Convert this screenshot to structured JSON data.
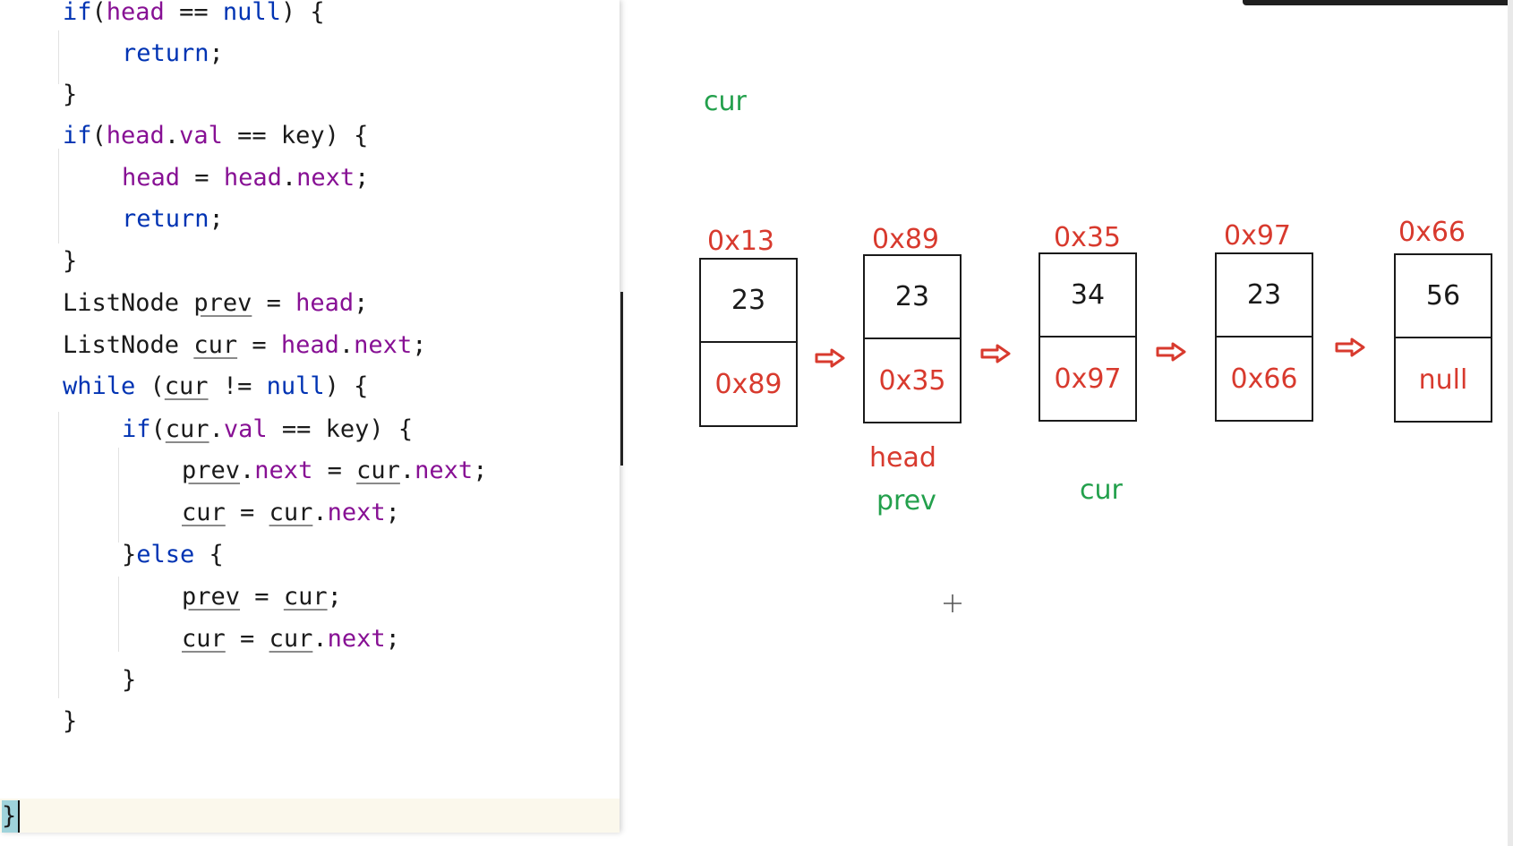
{
  "code": {
    "lines": [
      [
        {
          "t": "if",
          "c": "kw"
        },
        {
          "t": "(",
          "c": "plain"
        },
        {
          "t": "head",
          "c": "field"
        },
        {
          "t": " == ",
          "c": "plain"
        },
        {
          "t": "null",
          "c": "kw"
        },
        {
          "t": ") {",
          "c": "plain"
        }
      ],
      [
        {
          "t": "return",
          "c": "kw"
        },
        {
          "t": ";",
          "c": "plain"
        }
      ],
      [
        {
          "t": "}",
          "c": "plain"
        }
      ],
      [
        {
          "t": "if",
          "c": "kw"
        },
        {
          "t": "(",
          "c": "plain"
        },
        {
          "t": "head",
          "c": "field"
        },
        {
          "t": ".",
          "c": "plain"
        },
        {
          "t": "val",
          "c": "field"
        },
        {
          "t": " == key) {",
          "c": "plain"
        }
      ],
      [
        {
          "t": "head",
          "c": "field"
        },
        {
          "t": " = ",
          "c": "plain"
        },
        {
          "t": "head",
          "c": "field"
        },
        {
          "t": ".",
          "c": "plain"
        },
        {
          "t": "next",
          "c": "field"
        },
        {
          "t": ";",
          "c": "plain"
        }
      ],
      [
        {
          "t": "return",
          "c": "kw"
        },
        {
          "t": ";",
          "c": "plain"
        }
      ],
      [
        {
          "t": "}",
          "c": "plain"
        }
      ],
      [
        {
          "t": "ListNode ",
          "c": "plain"
        },
        {
          "t": "prev",
          "c": "plain",
          "u": true
        },
        {
          "t": " = ",
          "c": "plain"
        },
        {
          "t": "head",
          "c": "field"
        },
        {
          "t": ";",
          "c": "plain"
        }
      ],
      [
        {
          "t": "ListNode ",
          "c": "plain"
        },
        {
          "t": "cur",
          "c": "plain",
          "u": true
        },
        {
          "t": " = ",
          "c": "plain"
        },
        {
          "t": "head",
          "c": "field"
        },
        {
          "t": ".",
          "c": "plain"
        },
        {
          "t": "next",
          "c": "field"
        },
        {
          "t": ";",
          "c": "plain"
        }
      ],
      [
        {
          "t": "while",
          "c": "kw"
        },
        {
          "t": " (",
          "c": "plain"
        },
        {
          "t": "cur",
          "c": "plain",
          "u": true
        },
        {
          "t": " != ",
          "c": "plain"
        },
        {
          "t": "null",
          "c": "kw"
        },
        {
          "t": ") {",
          "c": "plain"
        }
      ],
      [
        {
          "t": "if",
          "c": "kw"
        },
        {
          "t": "(",
          "c": "plain"
        },
        {
          "t": "cur",
          "c": "plain",
          "u": true
        },
        {
          "t": ".",
          "c": "plain"
        },
        {
          "t": "val",
          "c": "field"
        },
        {
          "t": " == key) {",
          "c": "plain"
        }
      ],
      [
        {
          "t": "prev",
          "c": "plain",
          "u": true
        },
        {
          "t": ".",
          "c": "plain"
        },
        {
          "t": "next",
          "c": "field"
        },
        {
          "t": " = ",
          "c": "plain"
        },
        {
          "t": "cur",
          "c": "plain",
          "u": true
        },
        {
          "t": ".",
          "c": "plain"
        },
        {
          "t": "next",
          "c": "field"
        },
        {
          "t": ";",
          "c": "plain"
        }
      ],
      [
        {
          "t": "cur",
          "c": "plain",
          "u": true
        },
        {
          "t": " = ",
          "c": "plain"
        },
        {
          "t": "cur",
          "c": "plain",
          "u": true
        },
        {
          "t": ".",
          "c": "plain"
        },
        {
          "t": "next",
          "c": "field"
        },
        {
          "t": ";",
          "c": "plain"
        }
      ],
      [
        {
          "t": "}",
          "c": "plain"
        },
        {
          "t": "else",
          "c": "kw"
        },
        {
          "t": " {",
          "c": "plain"
        }
      ],
      [
        {
          "t": "prev",
          "c": "plain",
          "u": true
        },
        {
          "t": " = ",
          "c": "plain"
        },
        {
          "t": "cur",
          "c": "plain",
          "u": true
        },
        {
          "t": ";",
          "c": "plain"
        }
      ],
      [
        {
          "t": "cur",
          "c": "plain",
          "u": true
        },
        {
          "t": " = ",
          "c": "plain"
        },
        {
          "t": "cur",
          "c": "plain",
          "u": true
        },
        {
          "t": ".",
          "c": "plain"
        },
        {
          "t": "next",
          "c": "field"
        },
        {
          "t": ";",
          "c": "plain"
        }
      ],
      [
        {
          "t": "}",
          "c": "plain"
        }
      ],
      [
        {
          "t": "}",
          "c": "plain"
        }
      ]
    ],
    "closing_brace": "}"
  },
  "diagram": {
    "top_cur_label": "cur",
    "nodes": [
      {
        "address": "0x13",
        "value": "23",
        "next": "0x89"
      },
      {
        "address": "0x89",
        "value": "23",
        "next": "0x35"
      },
      {
        "address": "0x35",
        "value": "34",
        "next": "0x97"
      },
      {
        "address": "0x97",
        "value": "23",
        "next": "0x66"
      },
      {
        "address": "0x66",
        "value": "56",
        "next": "null"
      }
    ],
    "head_label": "head",
    "prev_label": "prev",
    "cur_label": "cur"
  },
  "colors": {
    "keyword": "#0033b3",
    "field": "#871094",
    "address": "#d83a2e",
    "pointer_label": "#23a04c"
  }
}
